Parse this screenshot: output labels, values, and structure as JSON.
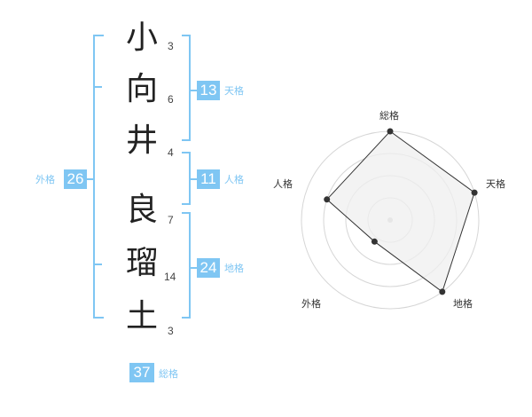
{
  "name": {
    "characters": [
      {
        "char": "小",
        "strokes": "3"
      },
      {
        "char": "向",
        "strokes": "6"
      },
      {
        "char": "井",
        "strokes": "4"
      },
      {
        "char": "良",
        "strokes": "7"
      },
      {
        "char": "瑠",
        "strokes": "14"
      },
      {
        "char": "土",
        "strokes": "3"
      }
    ]
  },
  "groups": {
    "tenkaku": {
      "value": "13",
      "label": "天格"
    },
    "jinkaku": {
      "value": "11",
      "label": "人格"
    },
    "chikaku": {
      "value": "24",
      "label": "地格"
    },
    "gaikaku": {
      "value": "26",
      "label": "外格"
    },
    "soukaku": {
      "value": "37",
      "label": "総格"
    }
  },
  "chart_data": {
    "type": "radar",
    "axes": [
      "総格",
      "天格",
      "地格",
      "外格",
      "人格"
    ],
    "values": [
      1.0,
      1.0,
      1.0,
      0.3,
      0.75
    ],
    "range": [
      0,
      1
    ],
    "rings": 4,
    "colors": {
      "fill": "#efefef",
      "line": "#333333",
      "grid": "#d6d6d6",
      "accent": "#7fc6f3"
    }
  }
}
